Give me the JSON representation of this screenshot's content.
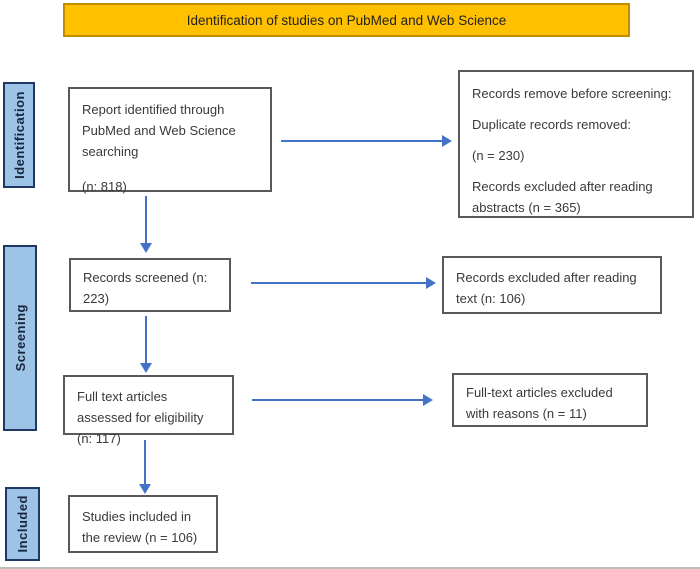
{
  "banner": {
    "label": "Identification of studies on PubMed and Web Science"
  },
  "stages": [
    {
      "label": "Identification"
    },
    {
      "label": "Screening"
    },
    {
      "label": "Included"
    }
  ],
  "flow": {
    "identified": {
      "text": "Report identified through PubMed and Web Science searching",
      "count": "(n: 818)"
    },
    "removed": {
      "line1": "Records remove before screening:",
      "line2": "Duplicate records removed:",
      "line3": "(n = 230)",
      "line4": "Records excluded after reading abstracts (n = 365)"
    },
    "screened": {
      "text": "Records screened (n: 223)"
    },
    "excluded_text": {
      "text": "Records excluded after reading text (n: 106)"
    },
    "fulltext": {
      "text": "Full text articles assessed for eligibility (n: 117)"
    },
    "excluded_reasons": {
      "text": "Full-text articles excluded with reasons (n = 11)"
    },
    "included": {
      "text": "Studies included in the review (n = 106)"
    }
  },
  "colors": {
    "banner_fill": "#FFC000",
    "banner_border": "#BF8F00",
    "stage_fill": "#9DC3E6",
    "stage_border": "#203864",
    "arrow": "#4472C4",
    "box_border": "#595959"
  }
}
